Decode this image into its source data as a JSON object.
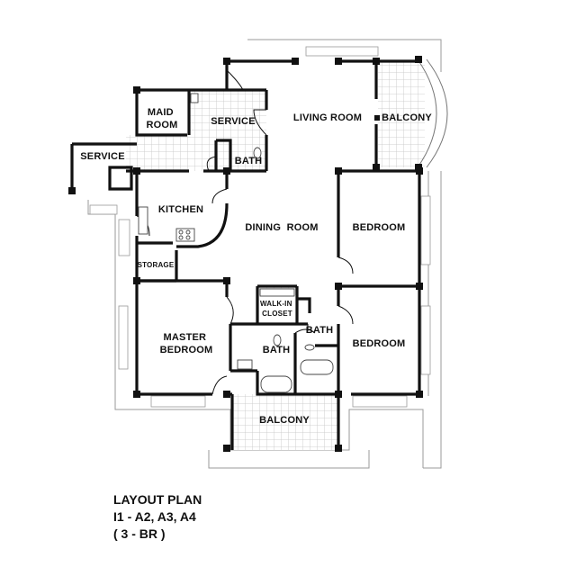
{
  "plan": {
    "rooms": {
      "maid_room": "MAID\nROOM",
      "service_upper": "SERVICE",
      "service_left": "SERVICE",
      "living_room": "LIVING ROOM",
      "balcony_top": "BALCONY",
      "bath_service": "BATH",
      "kitchen": "KITCHEN",
      "dining_room": "DINING  ROOM",
      "bedroom_upper": "BEDROOM",
      "storage": "STORAGE",
      "walk_in_closet": "WALK-IN\nCLOSET",
      "master_bedroom": "MASTER\nBEDROOM",
      "bath_master": "BATH",
      "bath_center": "BATH",
      "bedroom_lower": "BEDROOM",
      "balcony_bottom": "BALCONY"
    }
  },
  "title_block": {
    "line1": "LAYOUT PLAN",
    "line2": "I1 - A2, A3, A4",
    "line3": "( 3 - BR )"
  },
  "colors": {
    "wall": "#111111",
    "tile": "#bbbbbb",
    "outline": "#999999"
  }
}
